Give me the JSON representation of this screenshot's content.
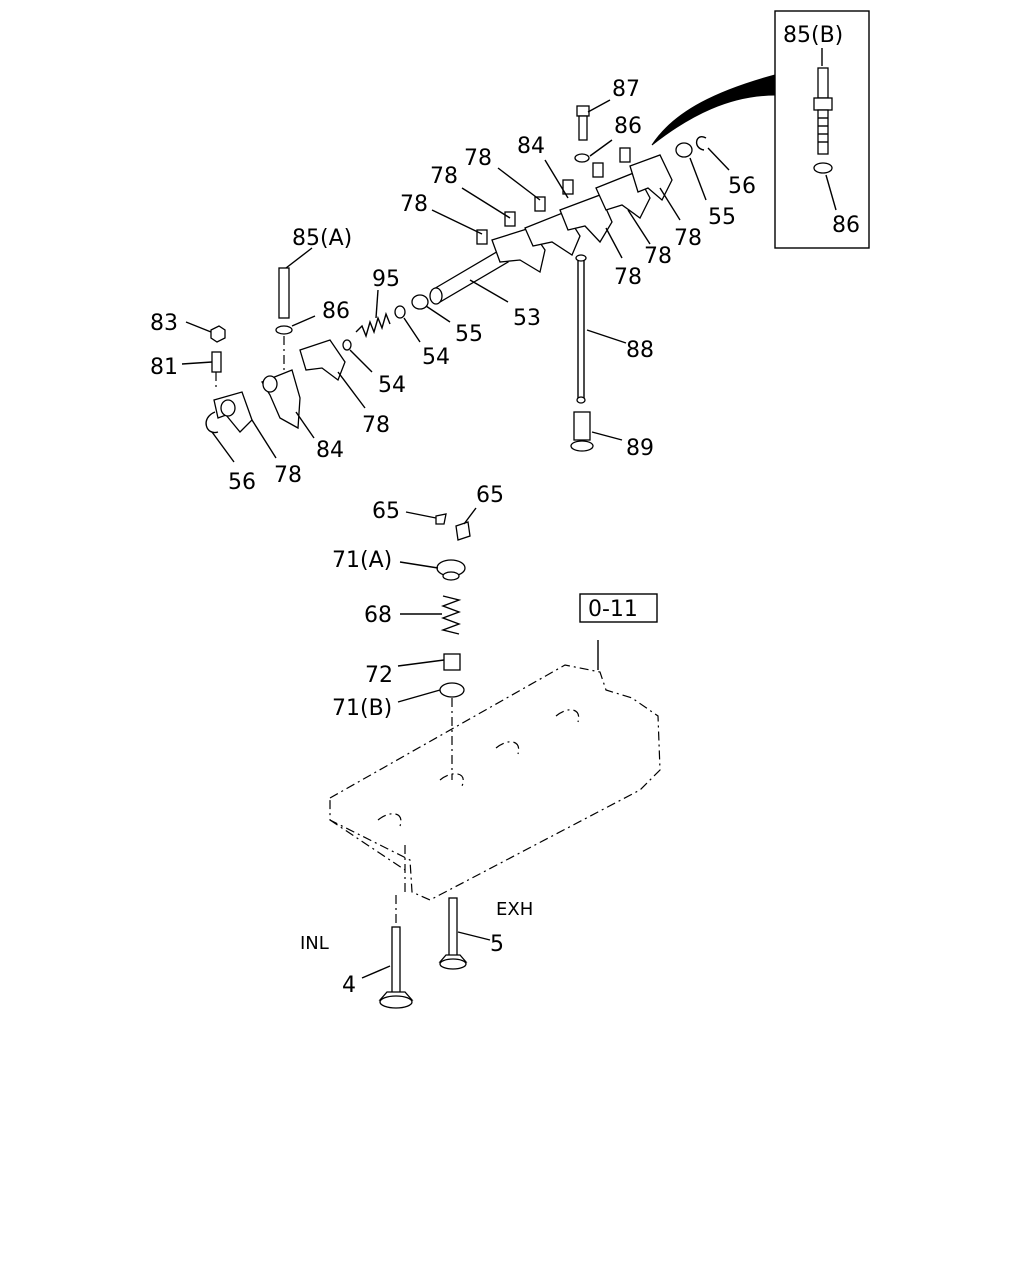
{
  "labels": {
    "l87": "87",
    "l86_top": "86",
    "l84_top": "84",
    "l78_a": "78",
    "l78_b": "78",
    "l78_c": "78",
    "l56_right": "56",
    "l55_right": "55",
    "l78_d": "78",
    "l78_e": "78",
    "l78_f": "78",
    "l85a": "85(A)",
    "l95": "95",
    "l86_mid": "86",
    "l83": "83",
    "l53": "53",
    "l55_mid": "55",
    "l54_a": "54",
    "l54_b": "54",
    "l81": "81",
    "l78_g": "78",
    "l88": "88",
    "l84_bot": "84",
    "l78_h": "78",
    "l56_left": "56",
    "l89": "89",
    "l65_a": "65",
    "l65_b": "65",
    "l71a": "71(A)",
    "l68": "68",
    "l72": "72",
    "l71b": "71(B)",
    "l4": "4",
    "l5": "5",
    "inl": "INL",
    "exh": "EXH"
  },
  "inset": {
    "title": "85(B)",
    "part": "86"
  },
  "ref_box": "0-11"
}
